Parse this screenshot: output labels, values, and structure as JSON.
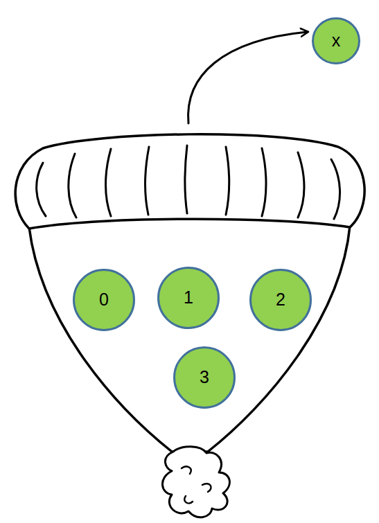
{
  "diagram": {
    "nodes": [
      {
        "text": [
          "x"
        ]
      },
      {
        "text": [
          "0"
        ]
      },
      {
        "text": [
          "1"
        ]
      },
      {
        "text": [
          "2"
        ]
      },
      {
        "text": [
          "3"
        ]
      }
    ]
  }
}
